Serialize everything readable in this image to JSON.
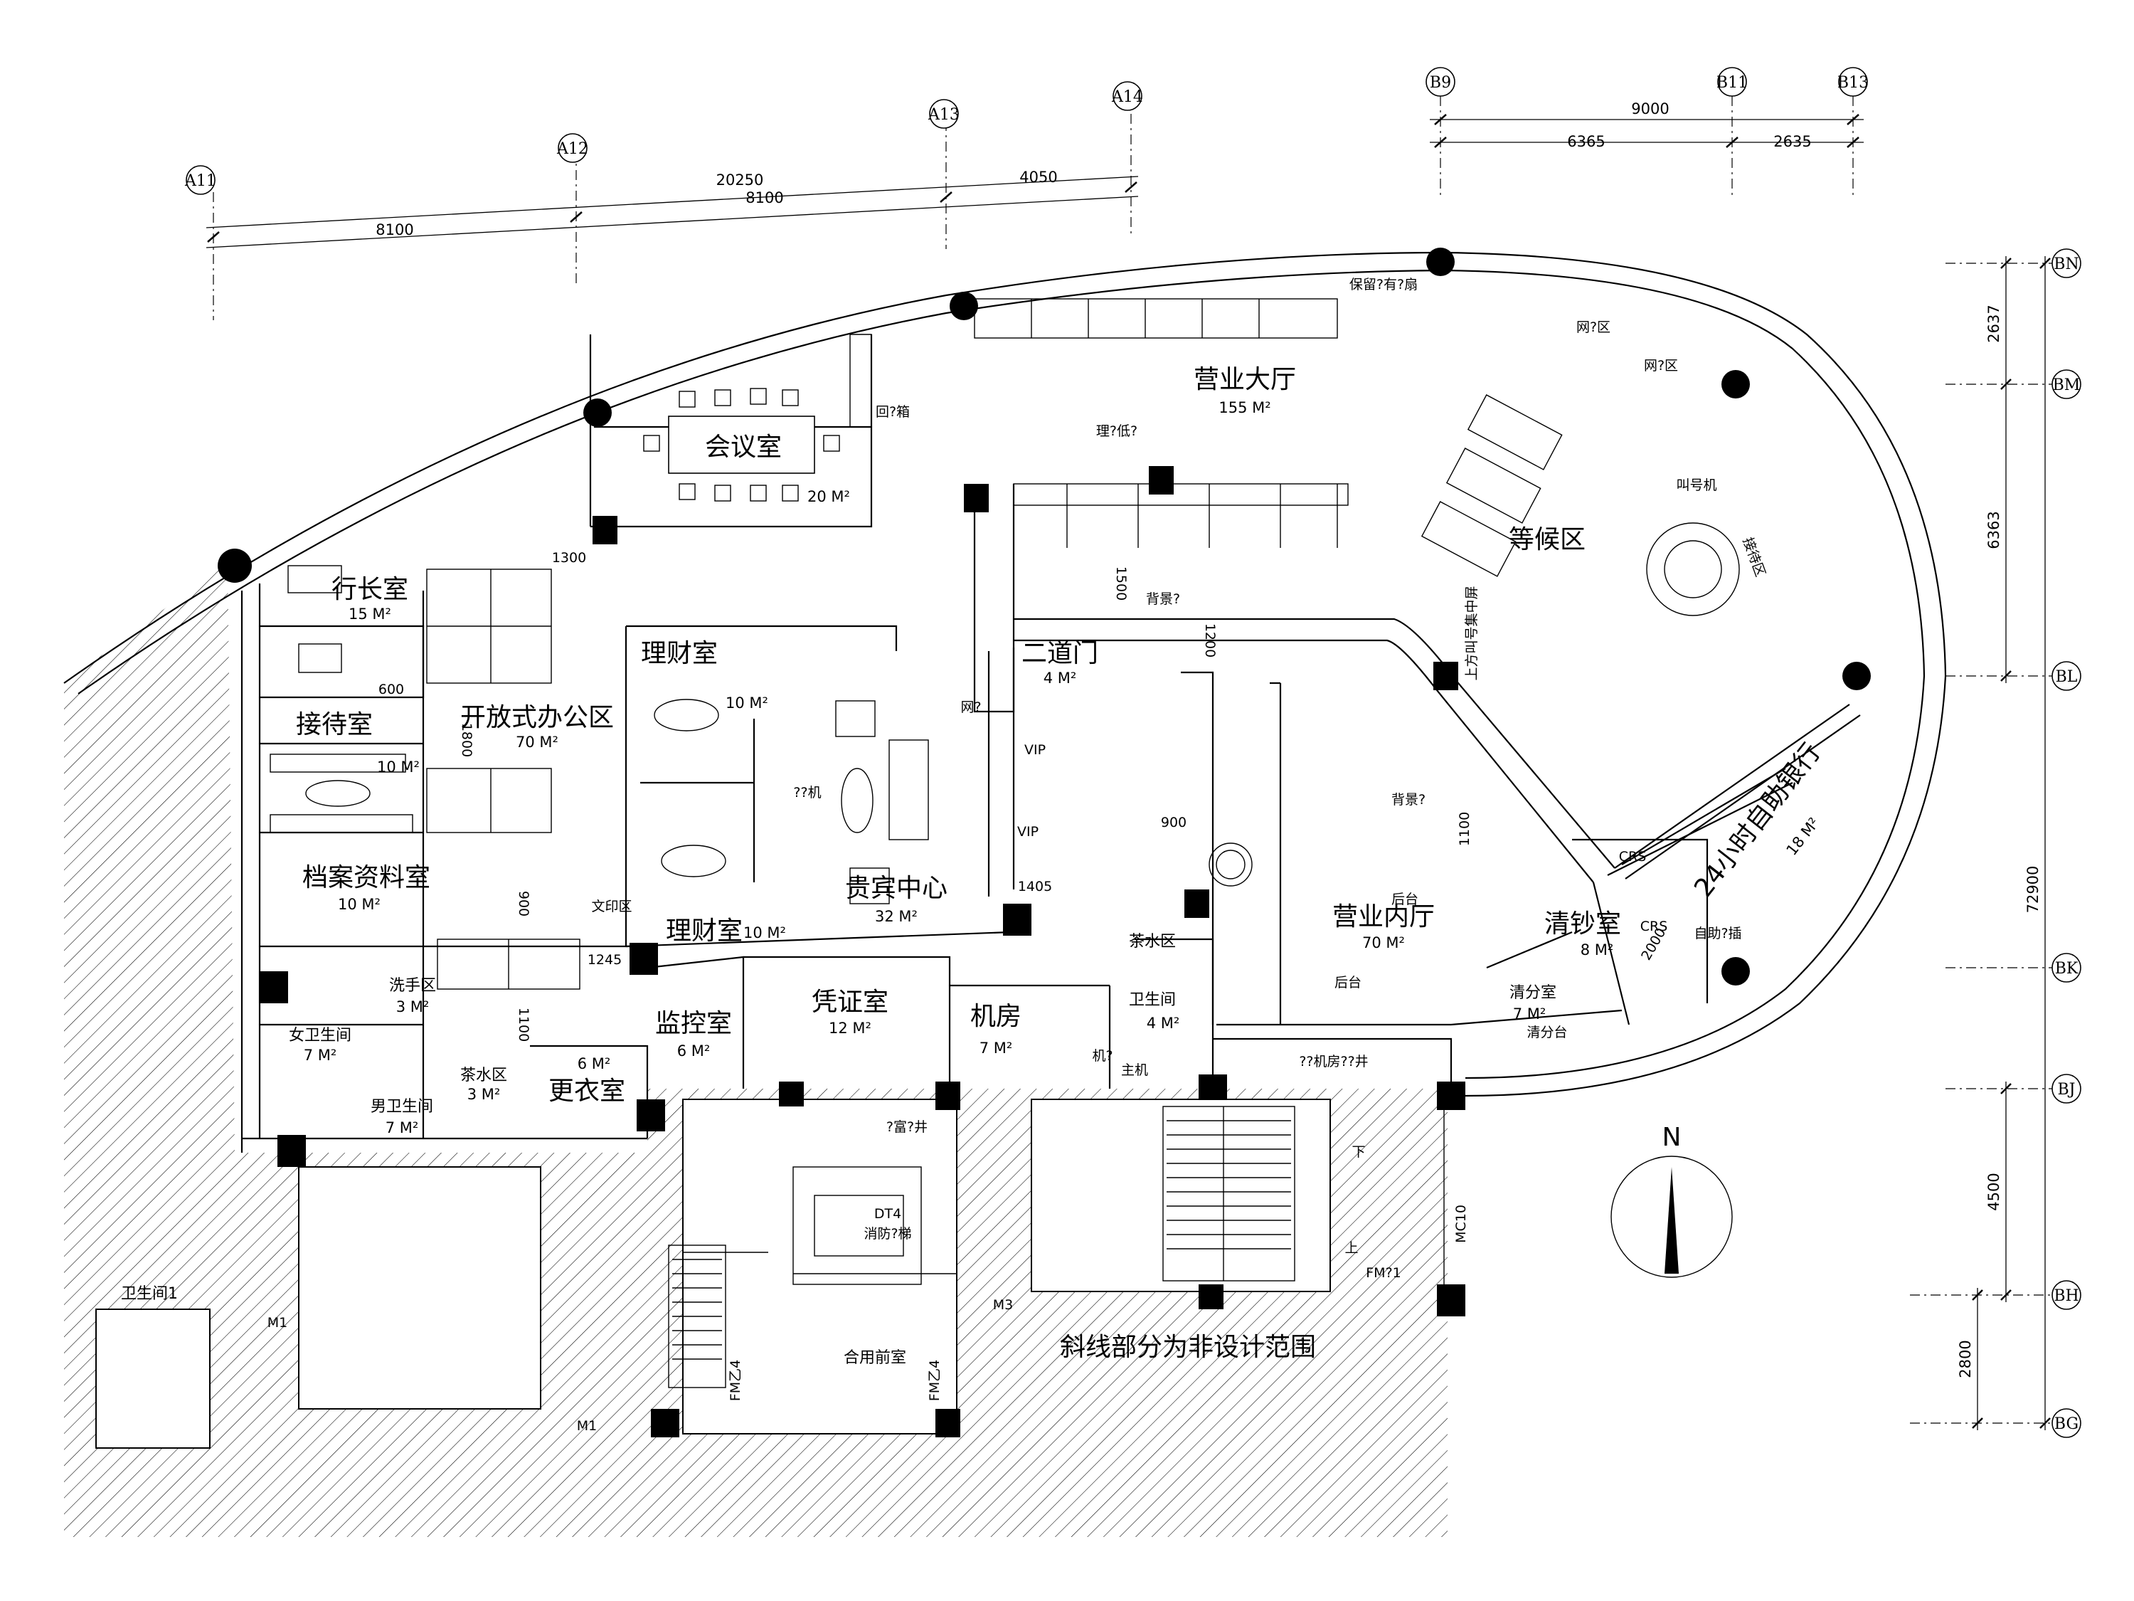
{
  "grid_axes_top": [
    {
      "label": "A11"
    },
    {
      "label": "A12"
    },
    {
      "label": "A13"
    },
    {
      "label": "A14"
    },
    {
      "label": "B9"
    },
    {
      "label": "B11"
    },
    {
      "label": "B13"
    }
  ],
  "grid_axes_right": [
    {
      "label": "BN"
    },
    {
      "label": "BM"
    },
    {
      "label": "BL"
    },
    {
      "label": "BK"
    },
    {
      "label": "BJ"
    },
    {
      "label": "BH"
    },
    {
      "label": "BG"
    }
  ],
  "dimensions_top": {
    "a_total": "20250",
    "a1": "8100",
    "a2": "8100",
    "a3": "4050",
    "b_total": "9000",
    "b1": "6365",
    "b2": "2635"
  },
  "dimensions_right": {
    "total": "72900",
    "d1": "2637",
    "d2": "6363",
    "d3": "4500",
    "d4": "2800"
  },
  "rooms": {
    "hall": {
      "name": "营业大厅",
      "area": "155 M²"
    },
    "meeting": {
      "name": "会议室",
      "area": "20 M²"
    },
    "president": {
      "name": "行长室",
      "area": "15 M²"
    },
    "reception": {
      "name": "接待室",
      "area": "10 M²"
    },
    "open_office": {
      "name": "开放式办公区",
      "area": "70 M²"
    },
    "archive": {
      "name": "档案资料室",
      "area": "10 M²"
    },
    "finance_top": {
      "name": "理财室",
      "area": "10 M²"
    },
    "finance_bottom": {
      "name": "理财室",
      "area": "10 M²"
    },
    "vip_center": {
      "name": "贵宾中心",
      "area": "32 M²"
    },
    "second_door": {
      "name": "二道门",
      "area": "4 M²"
    },
    "inner_hall": {
      "name": "营业内厅",
      "area": "70 M²"
    },
    "atm24": {
      "name": "24小时自助银行",
      "area": "18 M²"
    },
    "counting": {
      "name": "清钞室",
      "area": "8 M²"
    },
    "sorting": {
      "name": "清分室",
      "area": "7 M²"
    },
    "wash": {
      "name": "洗手区",
      "area": "3 M²"
    },
    "wc_f": {
      "name": "女卫生间",
      "area": "7 M²"
    },
    "wc_m": {
      "name": "男卫生间",
      "area": "7 M²"
    },
    "tea1": {
      "name": "茶水区",
      "area": "3 M²"
    },
    "changing": {
      "name": "更衣室",
      "area": "6 M²"
    },
    "monitor": {
      "name": "监控室",
      "area": "6 M²"
    },
    "voucher": {
      "name": "凭证室",
      "area": "12 M²"
    },
    "machine": {
      "name": "机房",
      "area": "7 M²"
    },
    "wc_small": {
      "name": "卫生间",
      "area": "4 M²"
    },
    "tea2": {
      "name": "茶水区",
      "area": ""
    },
    "waiting": {
      "name": "等候区",
      "area": ""
    },
    "wc1": {
      "name": "卫生间1",
      "area": ""
    },
    "lobby": {
      "name": "合用前室",
      "area": ""
    }
  },
  "labels": {
    "queue_machine": "叫号机",
    "reception_area": "接待区",
    "net1": "网?区",
    "net2": "网?区",
    "keep": "保留?有?扇",
    "back_stage1": "后台",
    "back_stage2": "后台",
    "qing_fen_tai": "清分台",
    "crs1": "CRS",
    "crs2": "CRS",
    "self_service": "自助?插",
    "machine_box": "机?",
    "host": "主机",
    "machine_shaft": "??机房??井",
    "elevator": "DT4",
    "elevator_sub": "消防?梯",
    "vip1": "VIP",
    "vip2": "VIP",
    "wen_yin": "文印区",
    "non_design": "斜线部分为非设计范围",
    "north": "N",
    "fm_door": "FM?1",
    "mc10": "MC10",
    "fm_a1": "FM乙4",
    "fm_a2": "FM乙4",
    "m3": "M3",
    "m1a": "M1",
    "m1b": "M1",
    "screen": "上方叫号集中屏",
    "cabinet": "回?箱",
    "bg_wall1": "背景?",
    "bg_wall2": "背景?",
    "li_di": "理?低?",
    "xia": "下",
    "shang": "上",
    "machine_vip": "??机",
    "net_vip": "网?",
    "top_shaft": "?富?井"
  },
  "dims_inner": {
    "d1300": "1300",
    "d1500": "1500",
    "d1200": "1200",
    "d900a": "900",
    "d1405": "1405",
    "d1100a": "1100",
    "d1245": "1245",
    "d1100b": "1100",
    "d900b": "900",
    "d2000": "2000",
    "d600": "600",
    "d1800": "1800"
  }
}
